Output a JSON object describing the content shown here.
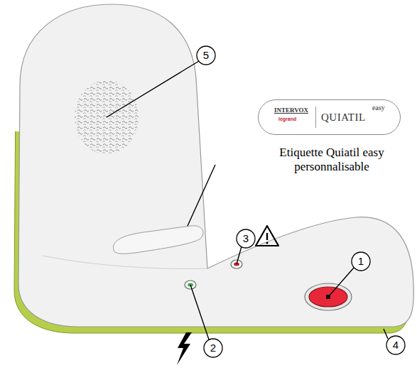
{
  "diagram": {
    "nodes": [
      {
        "text": [
          "INTERVOX",
          "legrand",
          "QUIATIL",
          "easy"
        ]
      }
    ],
    "labels": [
      "5",
      "Etiquette Quiatil easy personnalisable",
      "3",
      "1",
      "2",
      "4"
    ]
  }
}
